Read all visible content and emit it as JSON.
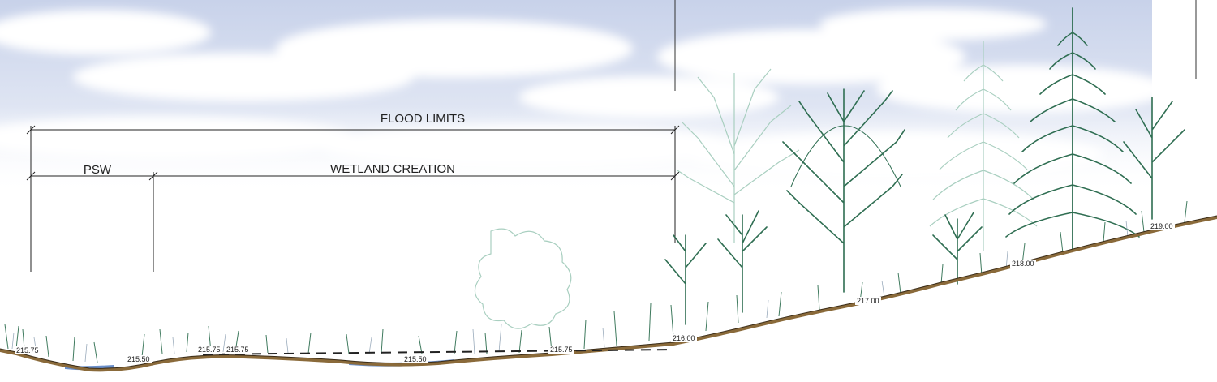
{
  "dimensions": {
    "flood_limits": "FLOOD LIMITS",
    "psw": "PSW",
    "wetland_creation": "WETLAND CREATION"
  },
  "elevations": [
    "215.75",
    "215.50",
    "215.75",
    "215.75",
    "215.50",
    "215.75",
    "216.00",
    "217.00",
    "218.00",
    "219.00"
  ],
  "colors": {
    "sky": "#c9d3ea",
    "ground": "#8a6a3a",
    "water": "#5f86c4",
    "tree_green": "#2f6e52",
    "tree_faded": "#9fc7b7"
  }
}
